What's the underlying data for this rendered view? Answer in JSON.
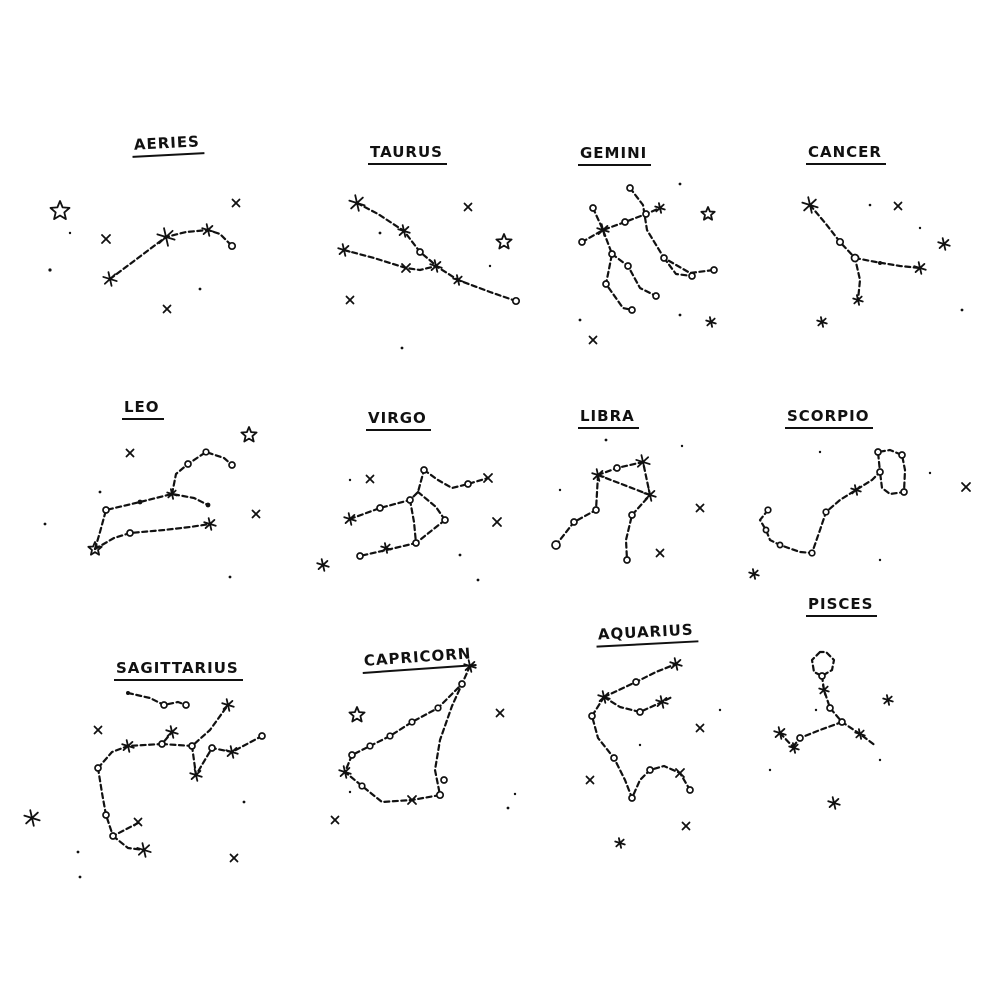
{
  "constellations": [
    {
      "name": "Aeries"
    },
    {
      "name": "Taurus"
    },
    {
      "name": "Gemini"
    },
    {
      "name": "Cancer"
    },
    {
      "name": "Leo"
    },
    {
      "name": "Virgo"
    },
    {
      "name": "Libra"
    },
    {
      "name": "Scorpio"
    },
    {
      "name": "Sagittarius"
    },
    {
      "name": "Capricorn"
    },
    {
      "name": "Aquarius"
    },
    {
      "name": "Pisces"
    }
  ],
  "style": {
    "ink": "#111111",
    "paper": "#ffffff"
  }
}
